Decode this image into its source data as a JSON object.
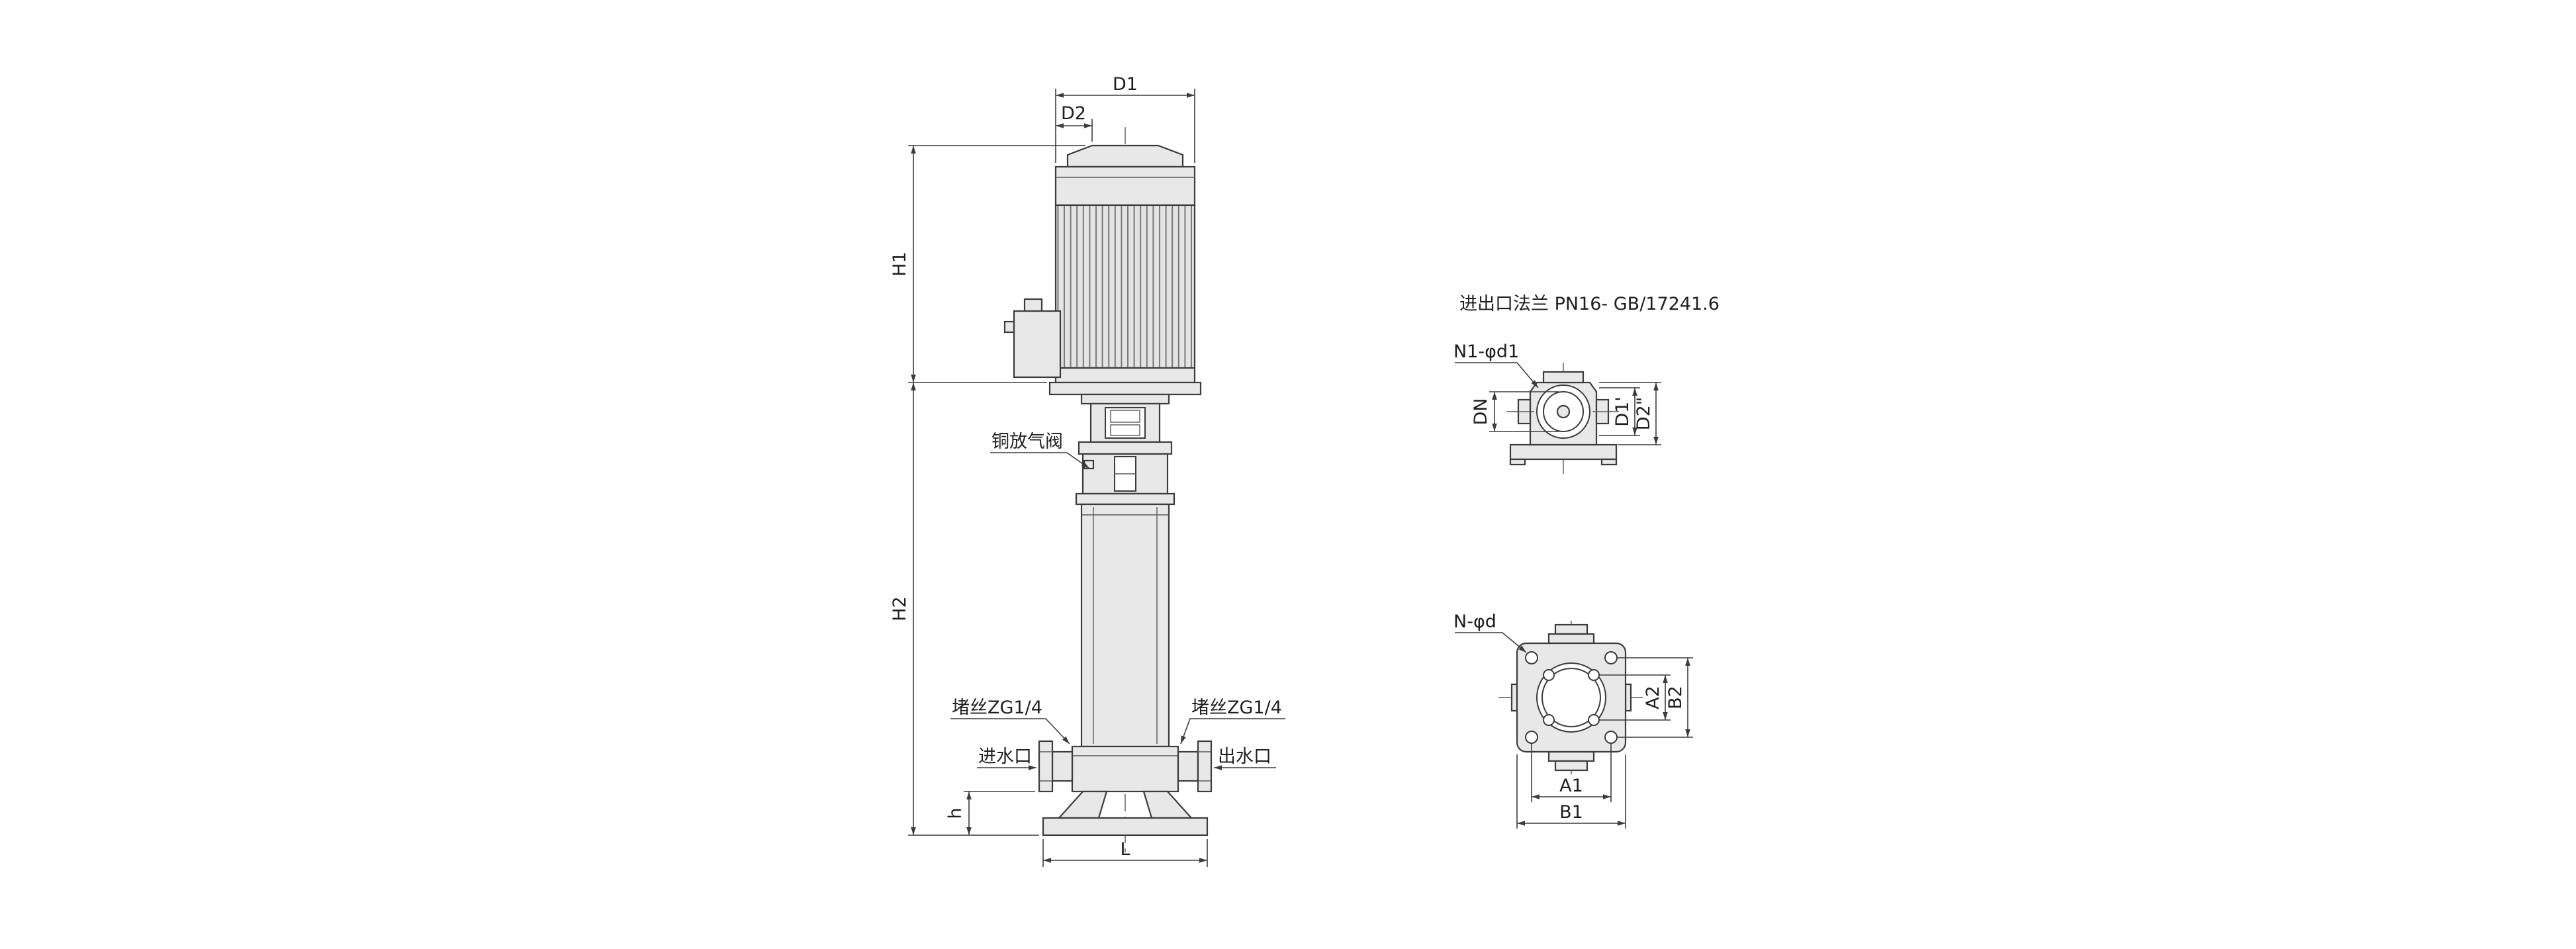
{
  "page": {
    "background": "#ffffff",
    "line_color": "#3c3c3c",
    "part_fill": "#e8e8e8"
  },
  "main_view": {
    "dimensions": {
      "D1": "D1",
      "D2": "D2",
      "H1": "H1",
      "H2": "H2",
      "h": "h",
      "L": "L"
    },
    "callouts": {
      "air_valve": "铜放气阀",
      "plug_left": "堵丝ZG1/4",
      "plug_right": "堵丝ZG1/4",
      "inlet": "进水口",
      "outlet": "出水口"
    }
  },
  "flange_view": {
    "title": "进出口法兰  PN16- GB/17241.6",
    "labels": {
      "bolt_holes": "N1-φd1",
      "bore": "DN",
      "bolt_circle": "D1'",
      "outer_dia": "D2\""
    }
  },
  "base_view": {
    "labels": {
      "bolt_holes": "N-φd",
      "a2": "A2",
      "b2": "B2",
      "a1": "A1",
      "b1": "B1"
    }
  }
}
